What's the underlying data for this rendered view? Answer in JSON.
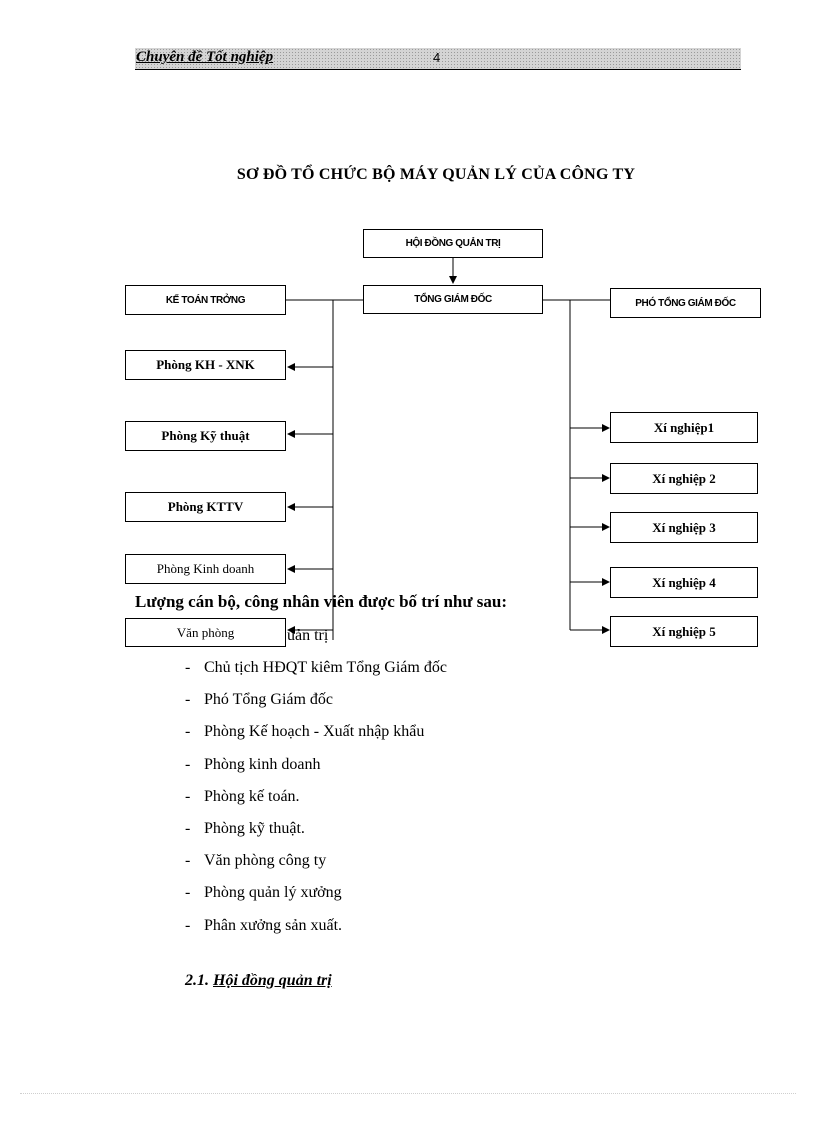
{
  "header": {
    "title": "Chuyên đề Tốt nghiệp",
    "page_number": "4"
  },
  "chart_title": "SƠ ĐỒ TỔ CHỨC BỘ MÁY QUẢN LÝ CỦA CÔNG TY",
  "org_chart": {
    "board": "HỘI ĐỒNG QUẢN TRỊ",
    "ceo": "TỔNG GIÁM ĐỐC",
    "chief_accountant": "KẾ TOÁN TRỞNG",
    "deputy_director": "PHÓ TỔNG GIÁM ĐỐC",
    "departments": [
      "Phòng KH - XNK",
      "Phòng Kỹ thuật",
      "Phòng KTTV",
      "Phòng Kinh doanh",
      "Văn phòng"
    ],
    "factories": [
      "Xí nghiệp1",
      "Xí nghiệp 2",
      "Xí nghiệp 3",
      "Xí nghiệp 4",
      "Xí nghiệp 5"
    ]
  },
  "staff_section": {
    "heading": "Lượng cán bộ, công nhân viên được bố trí như sau:",
    "first_item_partial": "uản trị",
    "items": [
      "Chủ tịch HĐQT kiêm Tổng Giám đốc",
      "Phó Tổng Giám đốc",
      "Phòng Kế hoạch - Xuất nhập khẩu",
      "Phòng kinh doanh",
      "Phòng kế toán.",
      "Phòng kỹ thuật.",
      "Văn phòng công ty",
      "Phòng quản lý xưởng",
      "Phân xưởng sản xuất."
    ],
    "dash": "-"
  },
  "subsection": {
    "number": "2.1.",
    "title": "Hội đồng quản trị"
  }
}
